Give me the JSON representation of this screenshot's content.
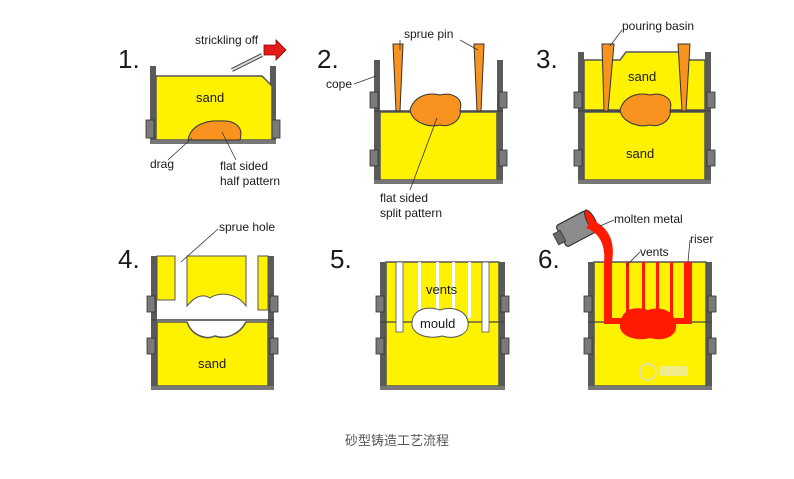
{
  "colors": {
    "sand": "#fef200",
    "pattern": "#f7931e",
    "metal": "#ff1a00",
    "frame": "#555555"
  },
  "steps": [
    {
      "number": "1.",
      "labels": {
        "strickling": "strickling off",
        "sand": "sand",
        "drag": "drag",
        "pattern_1": "flat sided",
        "pattern_2": "half pattern"
      }
    },
    {
      "number": "2.",
      "labels": {
        "sprue_pin": "sprue pin",
        "cope": "cope",
        "pattern_1": "flat sided",
        "pattern_2": "split pattern"
      }
    },
    {
      "number": "3.",
      "labels": {
        "pouring_basin": "pouring basin",
        "sand_top": "sand",
        "sand_bottom": "sand"
      }
    },
    {
      "number": "4.",
      "labels": {
        "sprue_hole": "sprue hole",
        "sand": "sand"
      }
    },
    {
      "number": "5.",
      "labels": {
        "vents": "vents",
        "mould": "mould"
      }
    },
    {
      "number": "6.",
      "labels": {
        "molten_metal": "molten metal",
        "vents": "vents",
        "riser": "riser"
      }
    }
  ],
  "caption": "砂型铸造工艺流程"
}
